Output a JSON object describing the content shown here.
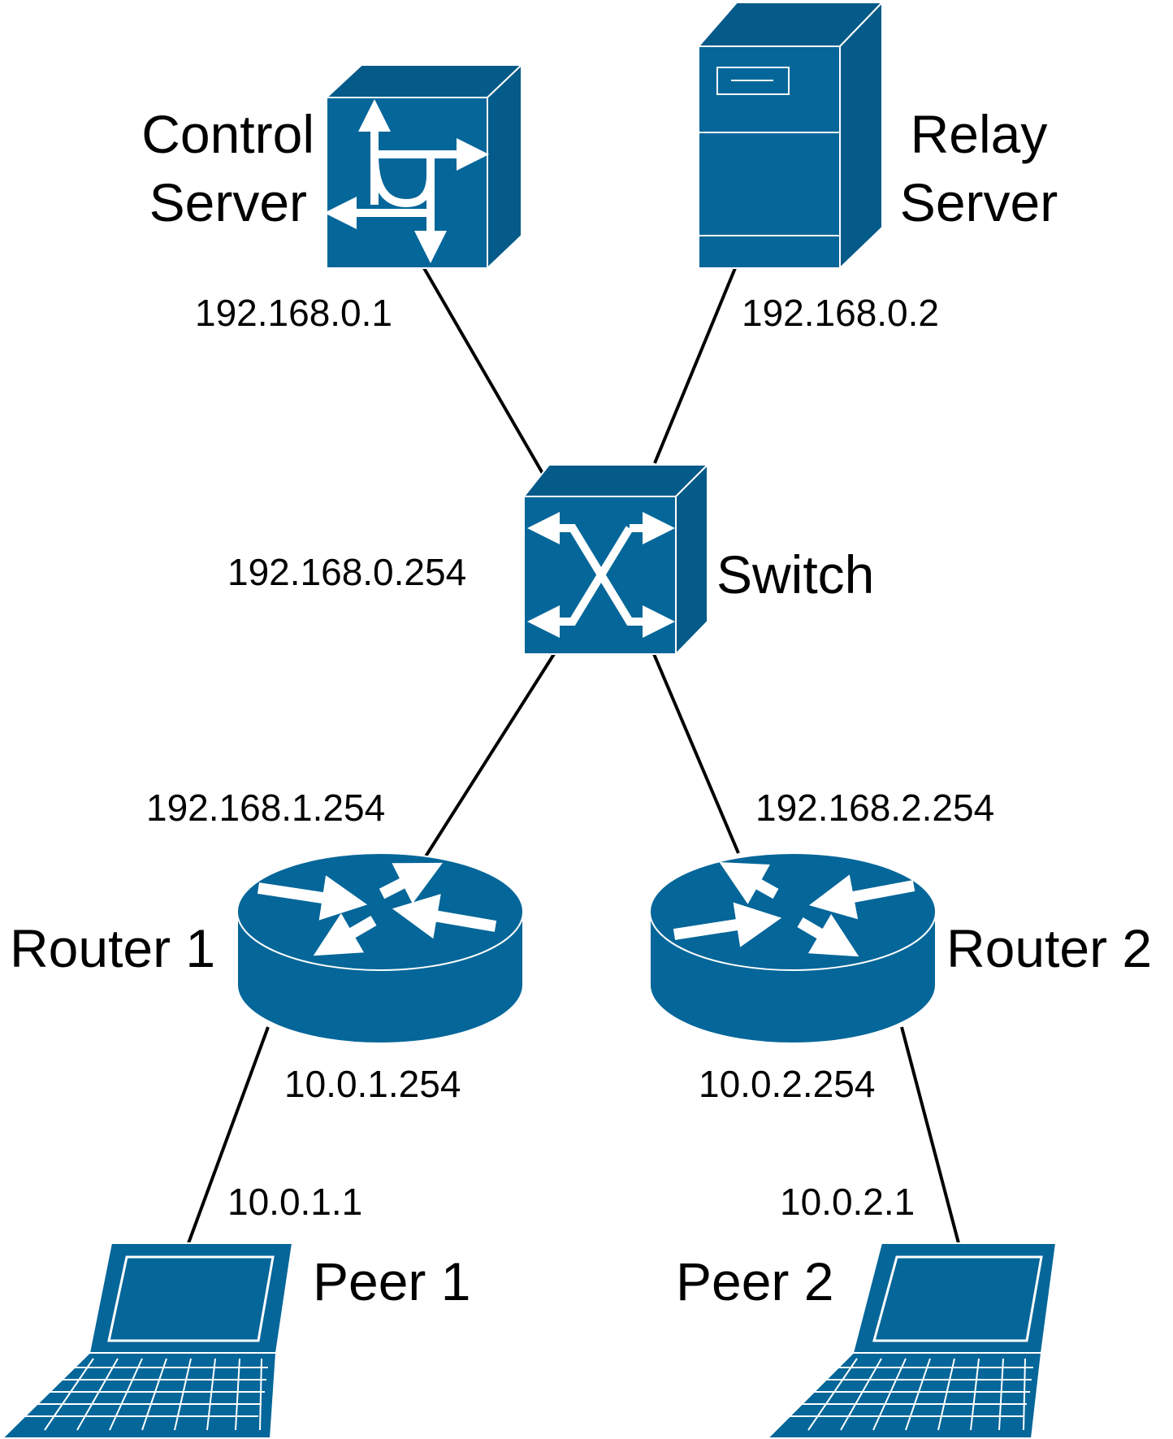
{
  "nodes": {
    "control_server": {
      "label_line1": "Control",
      "label_line2": "Server",
      "ip": "192.168.0.1",
      "icon": "content-router-icon"
    },
    "relay_server": {
      "label_line1": "Relay",
      "label_line2": "Server",
      "ip": "192.168.0.2",
      "icon": "server-tower-icon"
    },
    "switch": {
      "label": "Switch",
      "ip": "192.168.0.254",
      "icon": "switch-icon"
    },
    "router1": {
      "label": "Router 1",
      "ip_up": "192.168.1.254",
      "ip_down": "10.0.1.254",
      "icon": "router-icon"
    },
    "router2": {
      "label": "Router 2",
      "ip_up": "192.168.2.254",
      "ip_down": "10.0.2.254",
      "icon": "router-icon"
    },
    "peer1": {
      "label": "Peer 1",
      "ip": "10.0.1.1",
      "icon": "laptop-icon"
    },
    "peer2": {
      "label": "Peer 2",
      "ip": "10.0.2.1",
      "icon": "laptop-icon"
    }
  },
  "links": [
    {
      "from": "Control Server",
      "to": "Switch"
    },
    {
      "from": "Relay Server",
      "to": "Switch"
    },
    {
      "from": "Switch",
      "to": "Router 1"
    },
    {
      "from": "Switch",
      "to": "Router 2"
    },
    {
      "from": "Router 1",
      "to": "Peer 1"
    },
    {
      "from": "Router 2",
      "to": "Peer 2"
    }
  ],
  "colors": {
    "device_front": "#046699",
    "device_side": "#045a88",
    "line": "#000000"
  }
}
